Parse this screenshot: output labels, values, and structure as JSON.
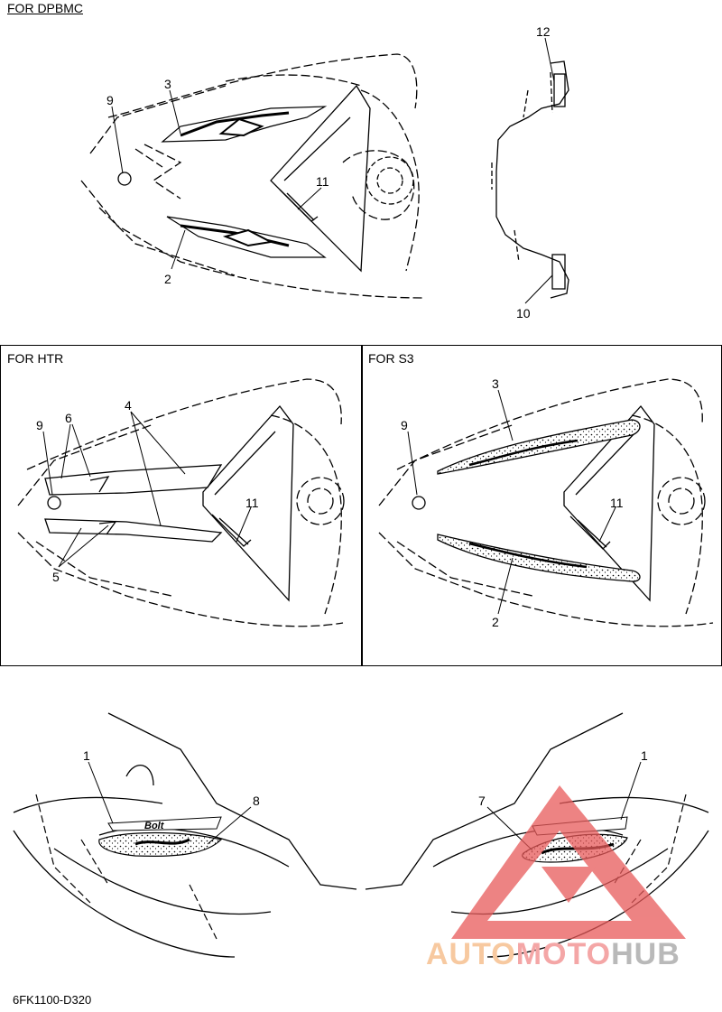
{
  "sections": {
    "dpbmc": {
      "title": "FOR DPBMC"
    },
    "htr": {
      "title": "FOR HTR"
    },
    "s3": {
      "title": "FOR S3"
    }
  },
  "callouts": {
    "dpbmc": [
      "9",
      "3",
      "11",
      "2",
      "12",
      "10"
    ],
    "htr": [
      "9",
      "6",
      "4",
      "11",
      "5"
    ],
    "s3": [
      "9",
      "3",
      "11",
      "2"
    ],
    "sides": [
      "1",
      "8",
      "7",
      "1"
    ]
  },
  "watermark": {
    "part1": "AUTO",
    "part2": "MOTO",
    "part3": "HUB"
  },
  "drawing_code": "6FK1100-D320",
  "colors": {
    "line": "#000000",
    "watermark_red": "#e85a5a",
    "watermark_orange": "#f5a550"
  }
}
